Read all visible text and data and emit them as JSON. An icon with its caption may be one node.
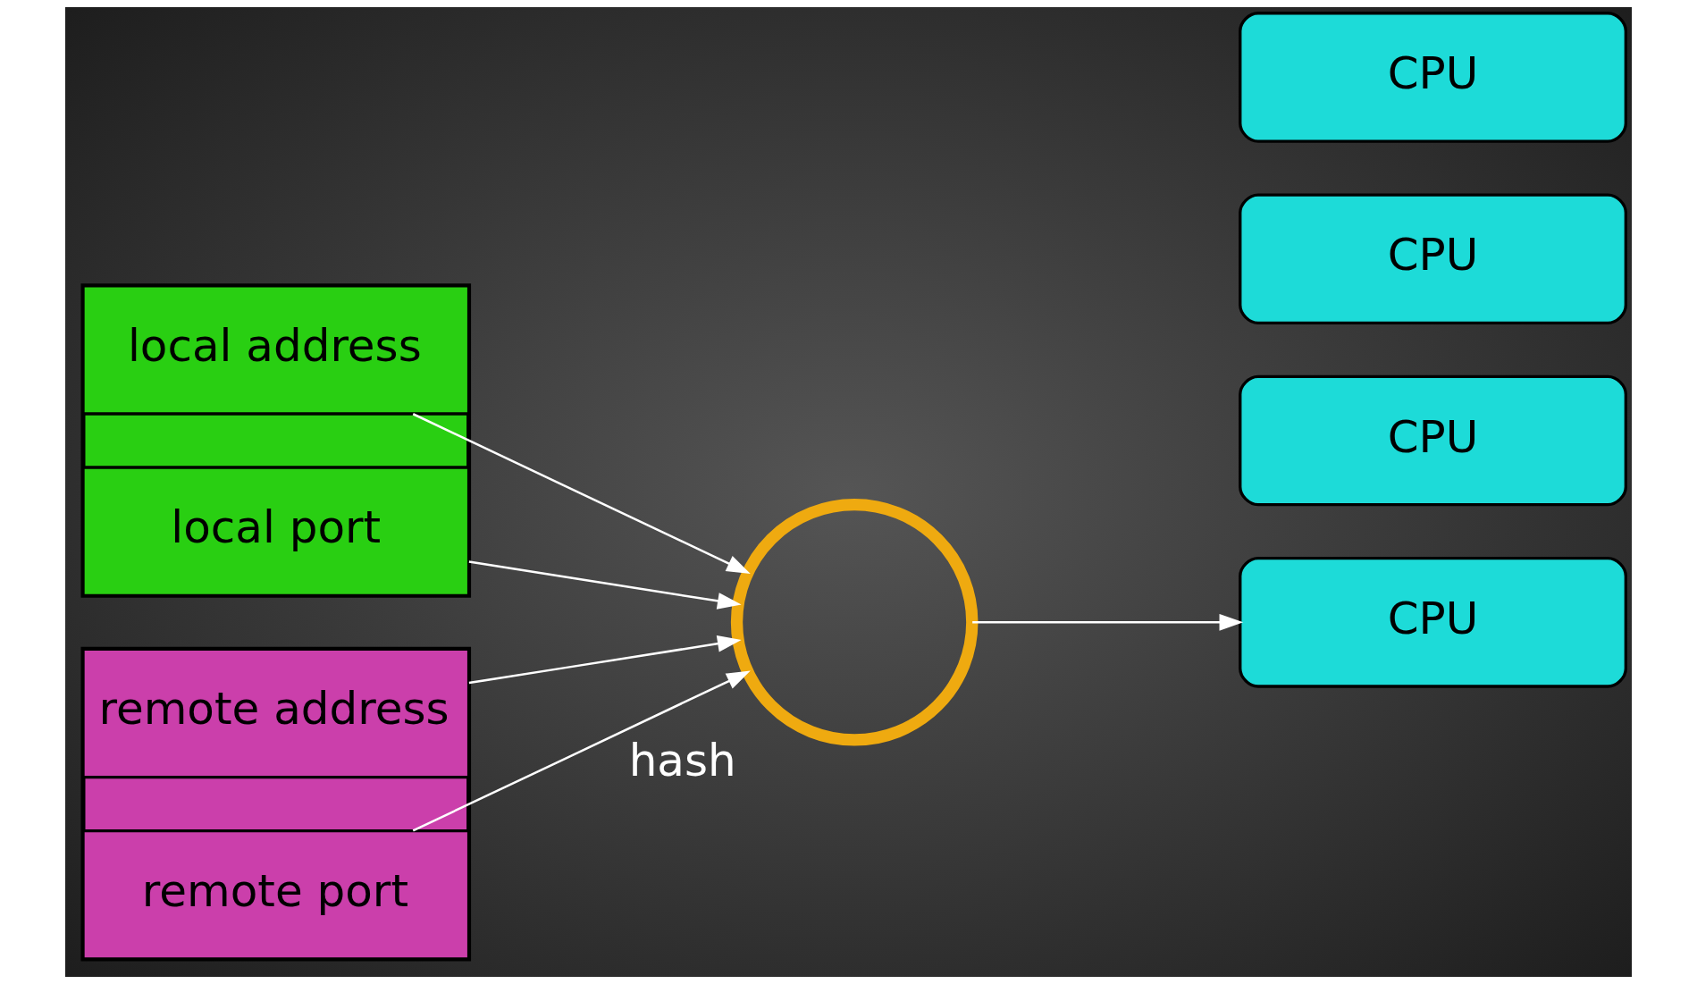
{
  "diagram": {
    "nodes": [
      {
        "text": [],
        "shape": "box"
      },
      {
        "text": [
          "local address"
        ],
        "in": 0
      },
      {
        "text": [
          "local port"
        ],
        "in": 0
      },
      {
        "text": [],
        "shape": "box"
      },
      {
        "text": [
          "remote address"
        ],
        "in": 3
      },
      {
        "text": [
          "remote port"
        ],
        "in": 3
      },
      {
        "text": [
          "hash"
        ]
      },
      {
        "text": [
          "CPU"
        ]
      },
      {
        "text": [
          "CPU"
        ]
      },
      {
        "text": [
          "CPU"
        ]
      },
      {
        "text": [
          "CPU"
        ]
      }
    ],
    "edges": [
      {
        "from": 1,
        "to": 6,
        "arrow": "to"
      },
      {
        "from": 2,
        "to": 6,
        "arrow": "to"
      },
      {
        "from": 4,
        "to": 6,
        "arrow": "to"
      },
      {
        "from": 5,
        "to": 6,
        "arrow": "to"
      },
      {
        "from": 6,
        "to": 10,
        "arrow": "to"
      }
    ]
  }
}
